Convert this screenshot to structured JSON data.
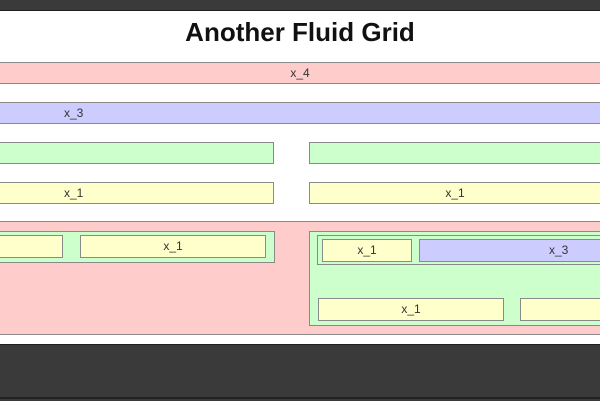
{
  "page": {
    "title": "Another Fluid Grid"
  },
  "rows": {
    "row1": {
      "label": "x_4",
      "color": "#ffcccc"
    },
    "row2": {
      "label": "x_3",
      "color": "#ccccff"
    },
    "row3": {
      "left_label": "",
      "right_label": "",
      "color": "#ccffcc"
    },
    "row4": {
      "left_label": "x_1",
      "right_label": "x_1",
      "color": "#ffffcc"
    }
  },
  "nested": {
    "left_group": {
      "box_a_label": "",
      "box_b_label": "x_1"
    },
    "right_group": {
      "top_left_label": "x_1",
      "top_right_label": "x_3",
      "bottom_left_label": "x_1",
      "bottom_right_label": ""
    }
  }
}
